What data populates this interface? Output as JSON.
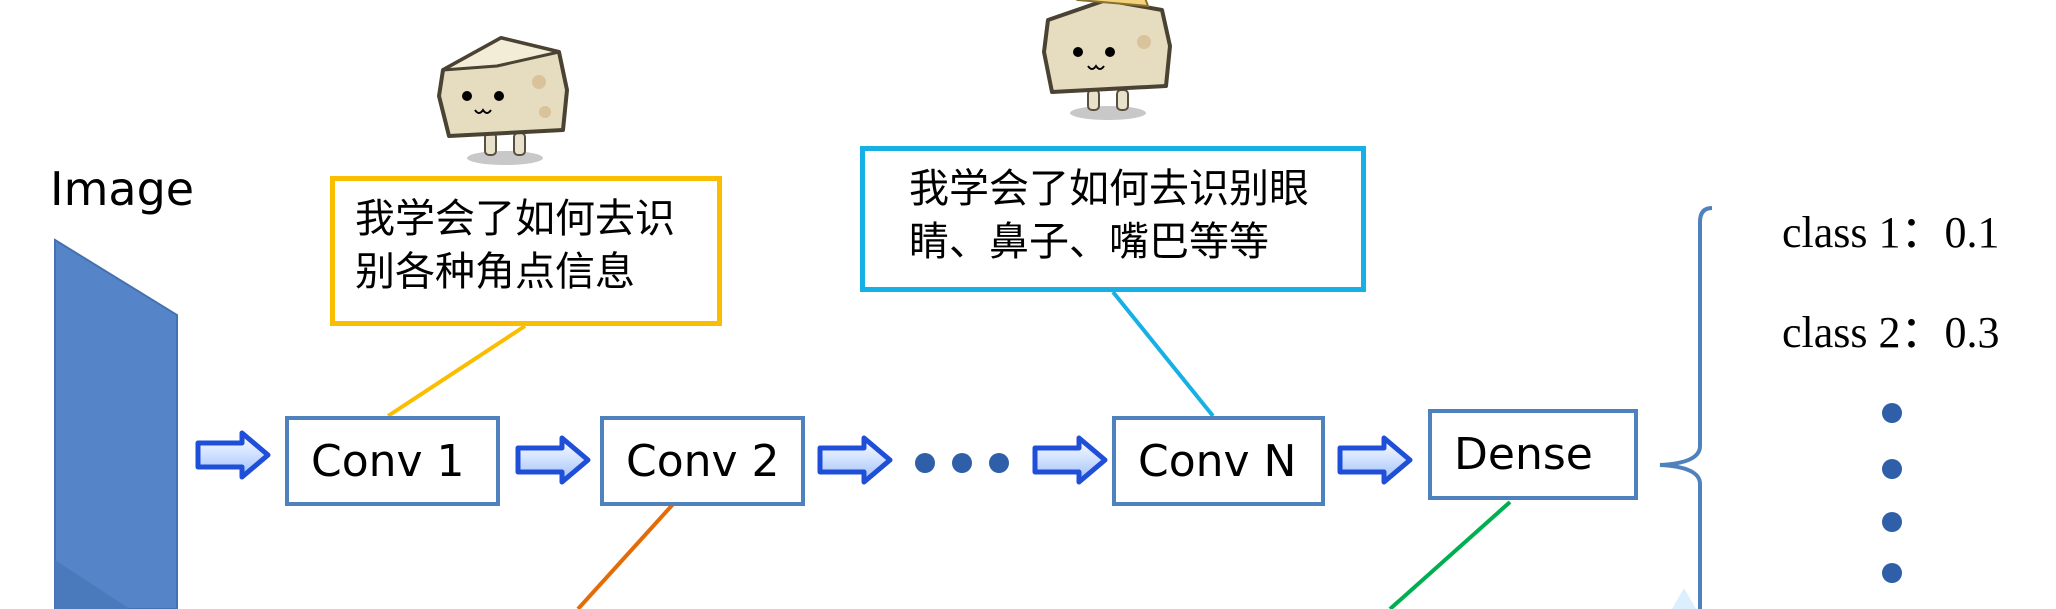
{
  "diagram": {
    "input_label": "Image",
    "layers": [
      {
        "label": "Conv 1"
      },
      {
        "label": "Conv 2"
      },
      {
        "label": "Conv N"
      },
      {
        "label": "Dense"
      }
    ],
    "callouts": [
      {
        "lines": [
          "我学会了如何去识",
          "别各种角点信息"
        ],
        "color": "#fbbd00"
      },
      {
        "lines": [
          "我学会了如何去识别眼",
          "睛、鼻子、嘴巴等等"
        ],
        "color": "#17b0e4"
      }
    ],
    "outputs": [
      {
        "text": "class 1：0.1"
      },
      {
        "text": "class 2：0.3"
      }
    ],
    "colors": {
      "box_border": "#4f81bd",
      "arrow": "#1f4fd8",
      "dots": "#2e5fa8",
      "image_block": "#5585c8",
      "conv2_line": "#e36c09",
      "dense_line": "#00b050"
    }
  }
}
